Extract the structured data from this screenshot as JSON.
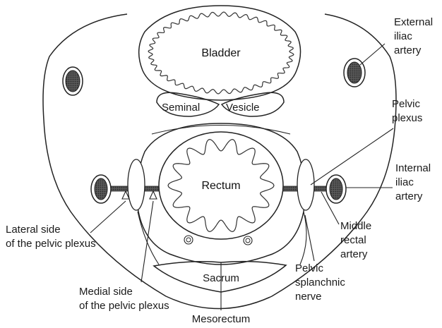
{
  "structures": {
    "bladder": "Bladder",
    "seminal": "Seminal",
    "vesicle": "Vesicle",
    "rectum": "Rectum",
    "sacrum": "Sacrum"
  },
  "labels": {
    "external_iliac": [
      "External",
      "iliac",
      "artery"
    ],
    "pelvic_plexus": [
      "Pelvic",
      "plexus"
    ],
    "internal_iliac": [
      "Internal",
      "iliac",
      "artery"
    ],
    "middle_rectal": [
      "Middle",
      "rectal",
      "artery"
    ],
    "splanchnic": [
      "Pelvic",
      "splanchnic",
      "nerve"
    ],
    "lateral_side": [
      "Lateral side",
      "of the pelvic plexus"
    ],
    "medial_side": [
      "Medial side",
      "of the pelvic plexus"
    ],
    "mesorectum": "Mesorectum"
  },
  "colors": {
    "line": "#222222",
    "vessel_fill": "#4a4a4a",
    "stipple": "#9a9a9a"
  }
}
